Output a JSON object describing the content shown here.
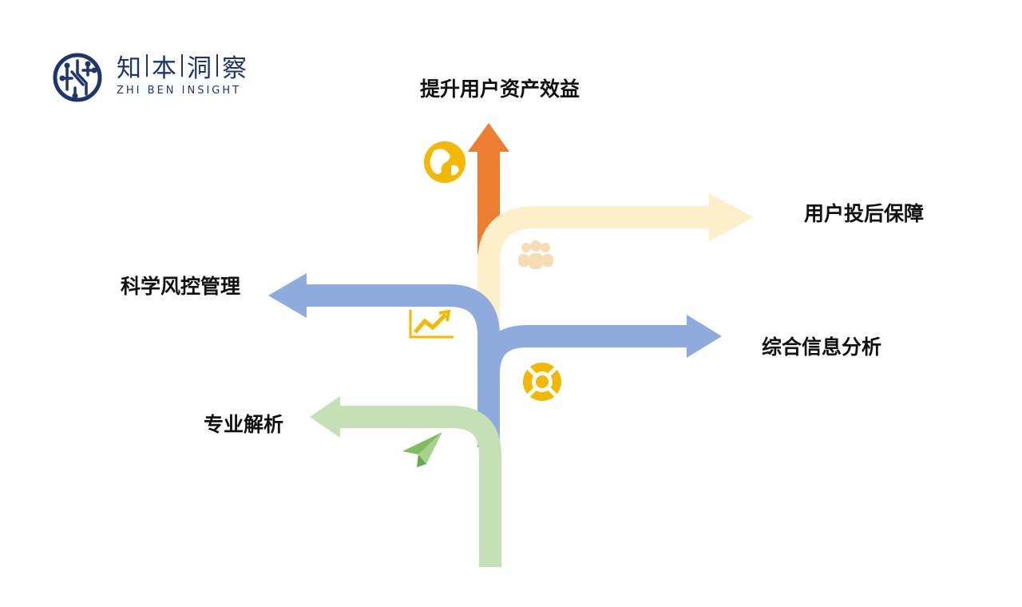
{
  "logo": {
    "chars": [
      "知",
      "本",
      "洞",
      "察"
    ],
    "subtitle": "ZHI BEN INSIGHT",
    "color": "#1f3768"
  },
  "branches": [
    {
      "label": "提升用户资产效益",
      "color": "#ed7d31",
      "icon": "globe-icon"
    },
    {
      "label": "用户投后保障",
      "color": "#fdefc9",
      "icon": "users-icon"
    },
    {
      "label": "科学风控管理",
      "color": "#8faadc",
      "icon": "growth-chart-icon"
    },
    {
      "label": "综合信息分析",
      "color": "#8faadc",
      "icon": "lifebuoy-icon"
    },
    {
      "label": "专业解析",
      "color": "#c5e0b4",
      "icon": "paper-plane-icon"
    }
  ]
}
